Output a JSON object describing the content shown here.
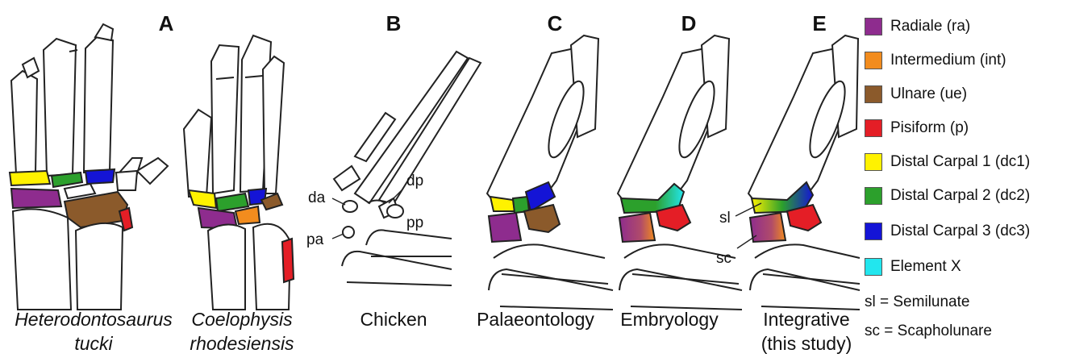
{
  "panels": {
    "a": {
      "letter": "A",
      "caption1_line1": "Heterodontosaurus",
      "caption1_line2": "tucki",
      "caption2_line1": "Coelophysis",
      "caption2_line2": "rhodesiensis"
    },
    "b": {
      "letter": "B",
      "caption": "Chicken",
      "labels": {
        "da": "da",
        "dp": "dp",
        "pa": "pa",
        "pp": "pp"
      }
    },
    "c": {
      "letter": "C",
      "caption": "Palaeontology"
    },
    "d": {
      "letter": "D",
      "caption": "Embryology"
    },
    "e": {
      "letter": "E",
      "caption_line1": "Integrative",
      "caption_line2": "(this study)",
      "labels": {
        "sl": "sl",
        "sc": "sc"
      }
    }
  },
  "legend": {
    "items": [
      {
        "label": "Radiale (ra)",
        "color": "#8e2c8e"
      },
      {
        "label": "Intermedium (int)",
        "color": "#f28c1e"
      },
      {
        "label": "Ulnare (ue)",
        "color": "#8b5a2b"
      },
      {
        "label": "Pisiform (p)",
        "color": "#e41e26"
      },
      {
        "label": "Distal Carpal 1 (dc1)",
        "color": "#fff200"
      },
      {
        "label": "Distal Carpal 2 (dc2)",
        "color": "#2ca02c"
      },
      {
        "label": "Distal Carpal 3 (dc3)",
        "color": "#1414d6"
      },
      {
        "label": "Element X",
        "color": "#22e6ee"
      }
    ],
    "abbreviations": [
      "sl = Semilunate",
      "sc = Scapholunare"
    ]
  },
  "colors": {
    "radiale": "#8e2c8e",
    "intermedium": "#f28c1e",
    "ulnare": "#8b5a2b",
    "pisiform": "#e41e26",
    "dc1": "#fff200",
    "dc2": "#2ca02c",
    "dc3": "#1414d6",
    "element_x": "#22e6ee"
  }
}
